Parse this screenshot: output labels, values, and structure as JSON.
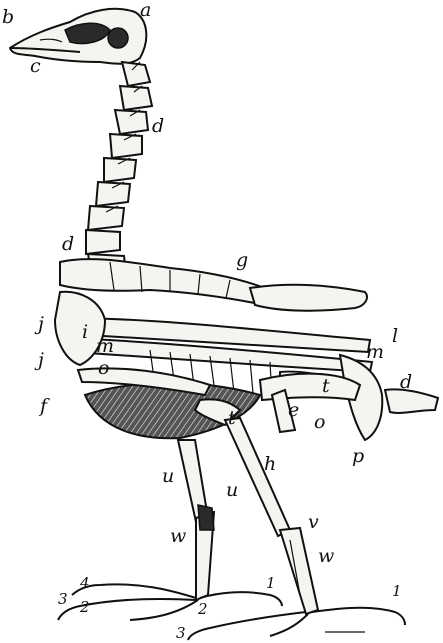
{
  "labels": {
    "a": "a",
    "b": "b",
    "c": "c",
    "d": "d",
    "f": "f",
    "g": "g",
    "h": "h",
    "i": "i",
    "j": "j",
    "l": "l",
    "m": "m",
    "o": "o",
    "p": "p",
    "t": "t",
    "u": "u",
    "v": "v",
    "w": "w",
    "e": "e",
    "n1": "1",
    "n2": "2",
    "n3": "3",
    "n4": "4"
  }
}
